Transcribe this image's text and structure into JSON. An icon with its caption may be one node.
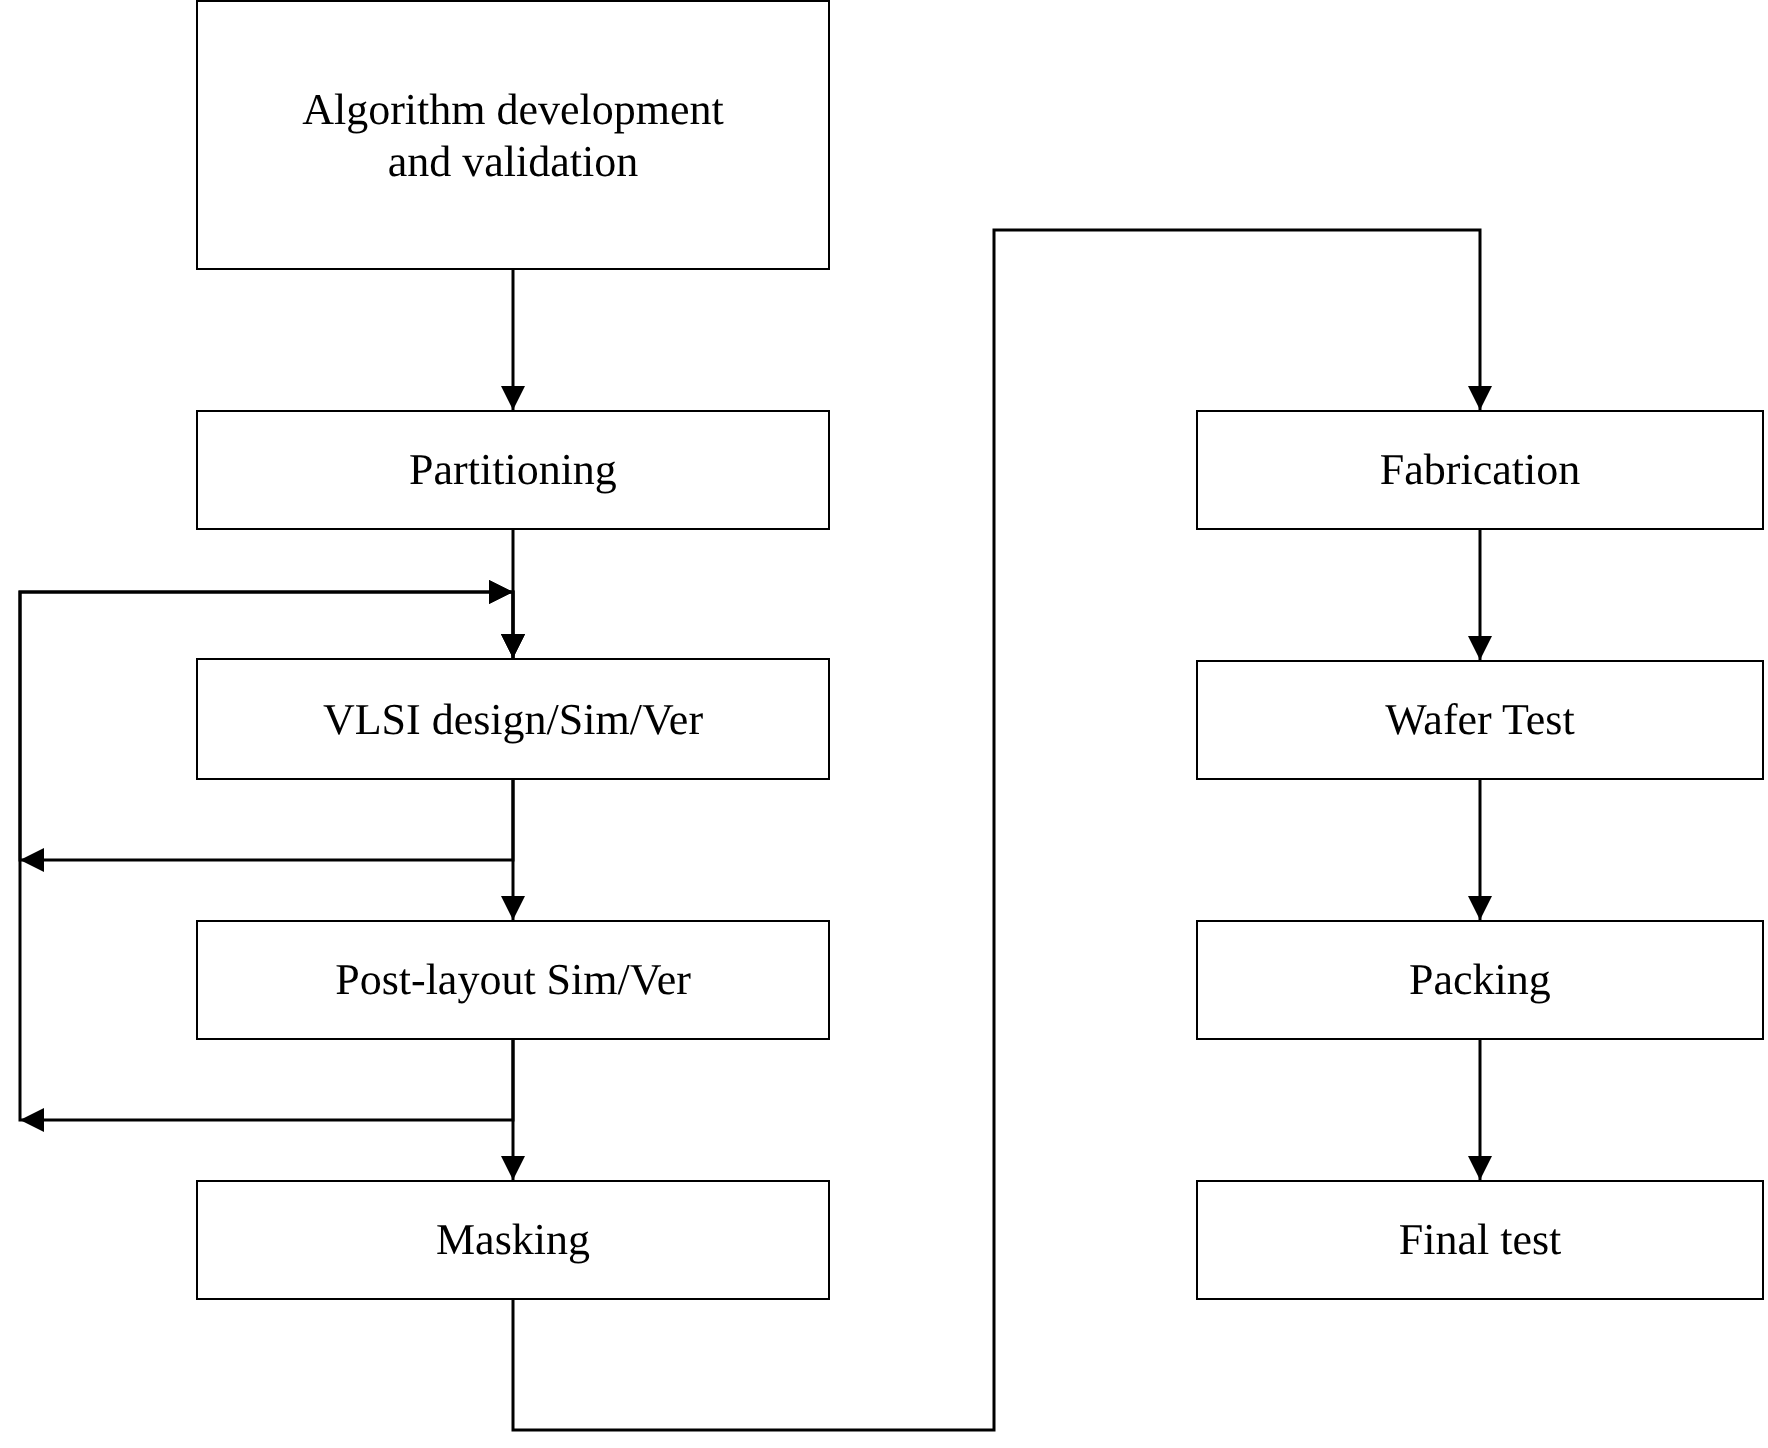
{
  "diagram": {
    "nodes": [
      {
        "text": [
          "Algorithm development and validation"
        ]
      },
      {
        "text": [
          "Partitioning"
        ]
      },
      {
        "text": [
          "VLSI design/Sim/Ver"
        ]
      },
      {
        "text": [
          "Post-layout Sim/Ver"
        ]
      },
      {
        "text": [
          "Masking"
        ]
      },
      {
        "text": [
          "Fabrication"
        ]
      },
      {
        "text": [
          "Wafer Test"
        ]
      },
      {
        "text": [
          "Packing"
        ]
      },
      {
        "text": [
          "Final test"
        ]
      }
    ],
    "edges": [
      {
        "from": 0,
        "to": 1,
        "arrow": "to"
      },
      {
        "from": 1,
        "to": 2,
        "arrow": "to"
      },
      {
        "from": 2,
        "to": 2,
        "arrow": "to"
      },
      {
        "from": 2,
        "to": 3,
        "arrow": "to"
      },
      {
        "from": 3,
        "to": 2,
        "arrow": "to"
      },
      {
        "from": 3,
        "to": 4,
        "arrow": "to"
      },
      {
        "from": 4,
        "to": 5,
        "arrow": "to"
      },
      {
        "from": 5,
        "to": 6,
        "arrow": "to"
      },
      {
        "from": 6,
        "to": 7,
        "arrow": "to"
      },
      {
        "from": 7,
        "to": 8,
        "arrow": "to"
      }
    ]
  }
}
